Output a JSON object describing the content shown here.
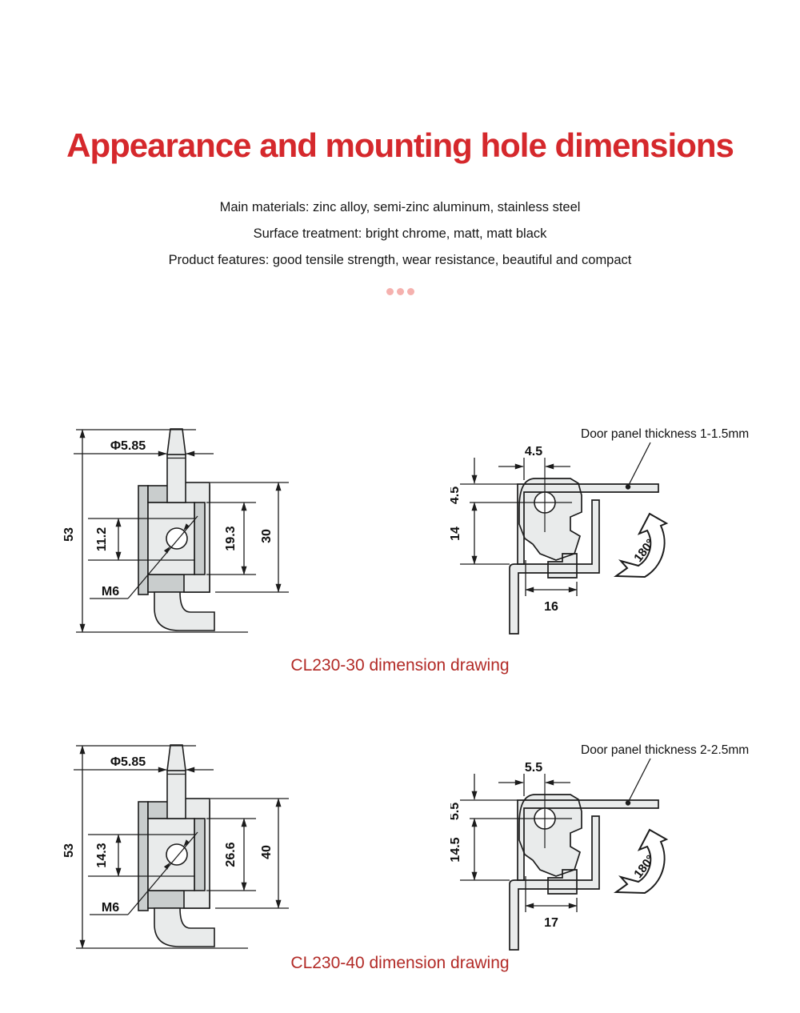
{
  "page": {
    "background_color": "#ffffff"
  },
  "header": {
    "title": "Appearance and mounting hole dimensions",
    "title_color": "#d5282c",
    "description_lines": [
      "Main materials: zinc alloy, semi-zinc aluminum, stainless steel",
      "Surface treatment: bright chrome, matt, matt black",
      "Product features: good tensile strength, wear resistance, beautiful and compact"
    ],
    "separator_dots_color": "#f5b1ae"
  },
  "caption_color": "#b22a26",
  "figures": [
    {
      "caption": "CL230-30 dimension drawing",
      "side_view": {
        "total_height": "53",
        "pin_diameter": "Φ5.85",
        "slot_height": "11.2",
        "thread": "M6",
        "inner_height": "19.3",
        "outer_height": "30"
      },
      "mounted_view": {
        "note": "Door panel thickness 1-1.5mm",
        "hole_offset": "4.5",
        "edge_offset": "4.5",
        "depth": "14",
        "width": "16",
        "rotation_angle": "180°"
      }
    },
    {
      "caption": "CL230-40 dimension drawing",
      "side_view": {
        "total_height": "53",
        "pin_diameter": "Φ5.85",
        "slot_height": "14.3",
        "thread": "M6",
        "inner_height": "26.6",
        "outer_height": "40"
      },
      "mounted_view": {
        "note": "Door panel thickness 2-2.5mm",
        "hole_offset": "5.5",
        "edge_offset": "5.5",
        "depth": "14.5",
        "width": "17",
        "rotation_angle": "180°"
      }
    }
  ]
}
